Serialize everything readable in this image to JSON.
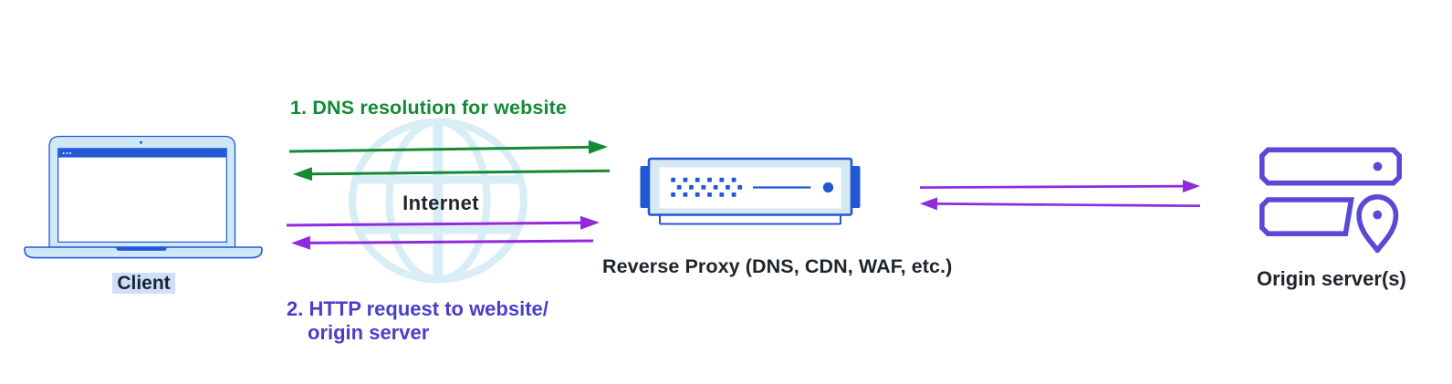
{
  "colors": {
    "blue": "#2257d6",
    "laptop-fill": "#cfe9f8",
    "proxy-fill": "#d6e9f3",
    "globe": "#d9edf6",
    "green": "#138a35",
    "purple": "#9129e0",
    "indigo": "#4a3ec9",
    "icon-indigo": "#5a49d6",
    "dark": "#20242b",
    "navy": "#16233e",
    "highlight": "#cfe0f4"
  },
  "diagram": {
    "nodes": {
      "client": {
        "label": "Client",
        "icon": "laptop-icon"
      },
      "internet": {
        "label": "Internet",
        "icon": "globe-icon"
      },
      "reverse_proxy": {
        "label": "Reverse Proxy (DNS, CDN, WAF, etc.)",
        "icon": "proxy-appliance-icon"
      },
      "origin": {
        "label": "Origin server(s)",
        "icon": "server-stack-icon"
      }
    },
    "flows": [
      {
        "step": "1. DNS resolution for website",
        "color": "green",
        "direction": "bidirectional"
      },
      {
        "step_line1": "2. HTTP request to website/",
        "step_line2": "origin server",
        "color": "purple",
        "direction": "bidirectional"
      },
      {
        "step": "",
        "color": "purple",
        "direction": "bidirectional"
      }
    ]
  }
}
